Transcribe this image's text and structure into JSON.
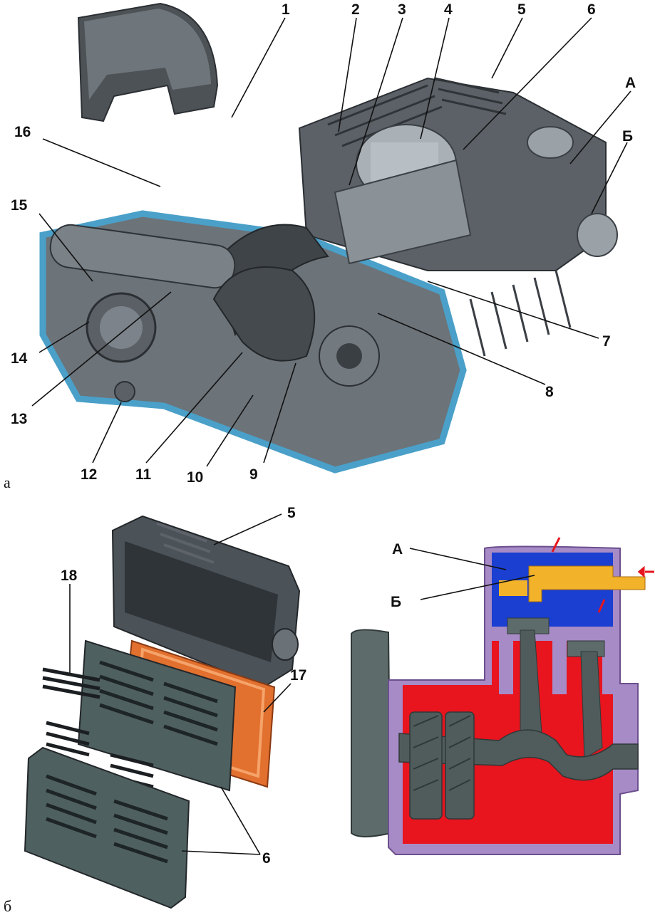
{
  "panels": {
    "a": {
      "letter": "а"
    },
    "b": {
      "letter": "б"
    }
  },
  "callouts_top": [
    "1",
    "2",
    "3",
    "4",
    "5",
    "6",
    "А",
    "Б",
    "16",
    "15",
    "14",
    "13",
    "12",
    "11",
    "10",
    "9",
    "8",
    "7"
  ],
  "callouts_exploded": [
    "5",
    "18",
    "17",
    "6"
  ],
  "callouts_scheme": [
    "А",
    "Б"
  ],
  "colors": {
    "housing_blue": "#4aa0c8",
    "metal_dark": "#3a3f44",
    "metal_mid": "#6c7379",
    "metal_light": "#a9b0b6",
    "gasket_orange": "#e2702e",
    "scheme_red": "#e8141e",
    "scheme_purple": "#a78bc6",
    "scheme_blue": "#1a3fd1",
    "scheme_yellow": "#f2b32a",
    "scheme_gray": "#5d6b6a"
  }
}
